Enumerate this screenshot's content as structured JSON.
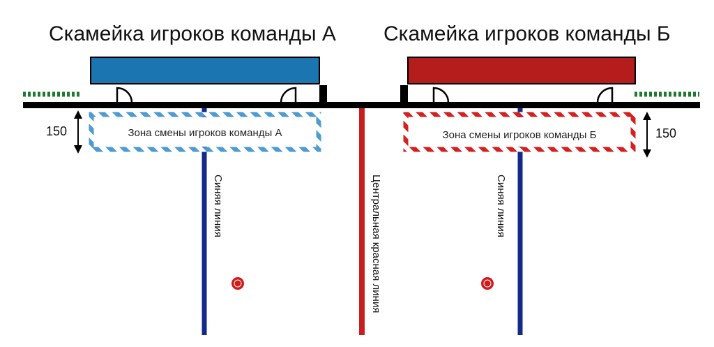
{
  "bench_a": {
    "title": "Скамейка игроков команды А",
    "color": "#1a75b0"
  },
  "bench_b": {
    "title": "Скамейка игроков команды Б",
    "color": "#b51c1c"
  },
  "zone_a": {
    "label": "Зона смены игроков команды А",
    "stripe_color": "#4d9bd0"
  },
  "zone_b": {
    "label": "Зона смены игроков команды Б",
    "stripe_color": "#d42020"
  },
  "dimension_left": "150",
  "dimension_right": "150",
  "blue_line_label_left": "Синяя линия",
  "blue_line_label_right": "Синяя линия",
  "center_line_label": "Центральная красная линия",
  "colors": {
    "blue_line": "#142a8a",
    "red_line": "#c81e1e",
    "board": "#000000",
    "dotted_green": "#1e7a2e",
    "faceoff_dot": "#d11a1a"
  }
}
